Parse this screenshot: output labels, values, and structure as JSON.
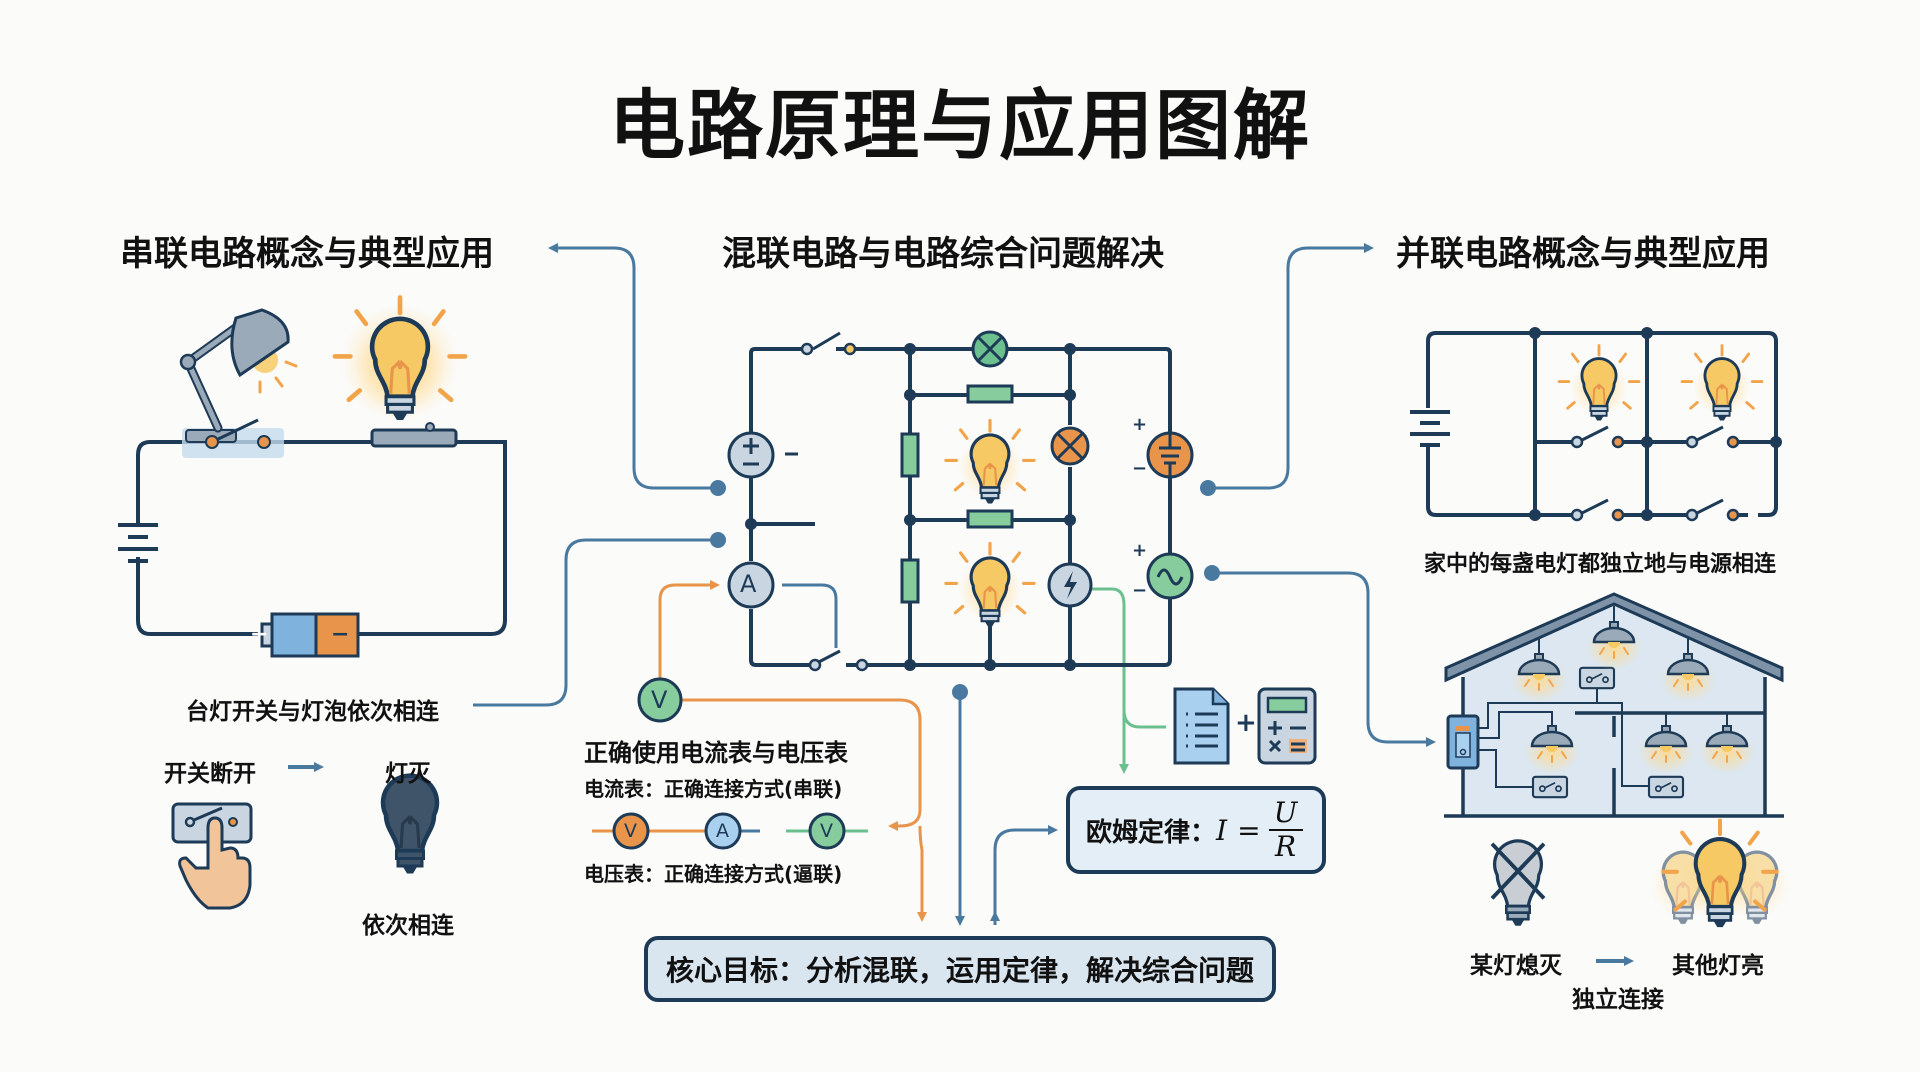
{
  "title": "电路原理与应用图解",
  "sections": {
    "series": {
      "heading": "串联电路概念与典型应用",
      "caption": "台灯开关与灯泡依次相连",
      "switch_off_label": "开关断开",
      "light_off_label": "灯灭",
      "sequential_label": "依次相连",
      "battery_plus": "+",
      "battery_minus": "−"
    },
    "mixed": {
      "heading": "混联电路与电路综合问题解决",
      "meters_heading": "正确使用电流表与电压表",
      "ammeter_rule": "电流表：正确连接方式(串联)",
      "voltmeter_rule": "电压表：正确连接方式(逼联)",
      "meter_symbols": {
        "voltmeter": "V",
        "ammeter": "A"
      },
      "ohm_label": "欧姆定律：",
      "ohm_formula": {
        "lhs": "I",
        "eq": "=",
        "numerator": "U",
        "denominator": "R"
      },
      "calc_plus": "+",
      "goal": "核心目标：分析混联，运用定律，解决综合问题",
      "source_plus": "+",
      "source_minus": "−"
    },
    "parallel": {
      "heading": "并联电路概念与典型应用",
      "caption": "家中的每盏电灯都独立地与电源相连",
      "one_off_label": "某灯熄灭",
      "others_on_label": "其他灯亮",
      "independent_label": "独立连接"
    }
  },
  "colors": {
    "wire": "#1d3a57",
    "connector": "#4a79a0",
    "orange": "#e8944a",
    "green": "#6cc08f",
    "bulb": "#f7c964",
    "component_grey": "#c9d6e1",
    "background": "#fbfbfa"
  }
}
